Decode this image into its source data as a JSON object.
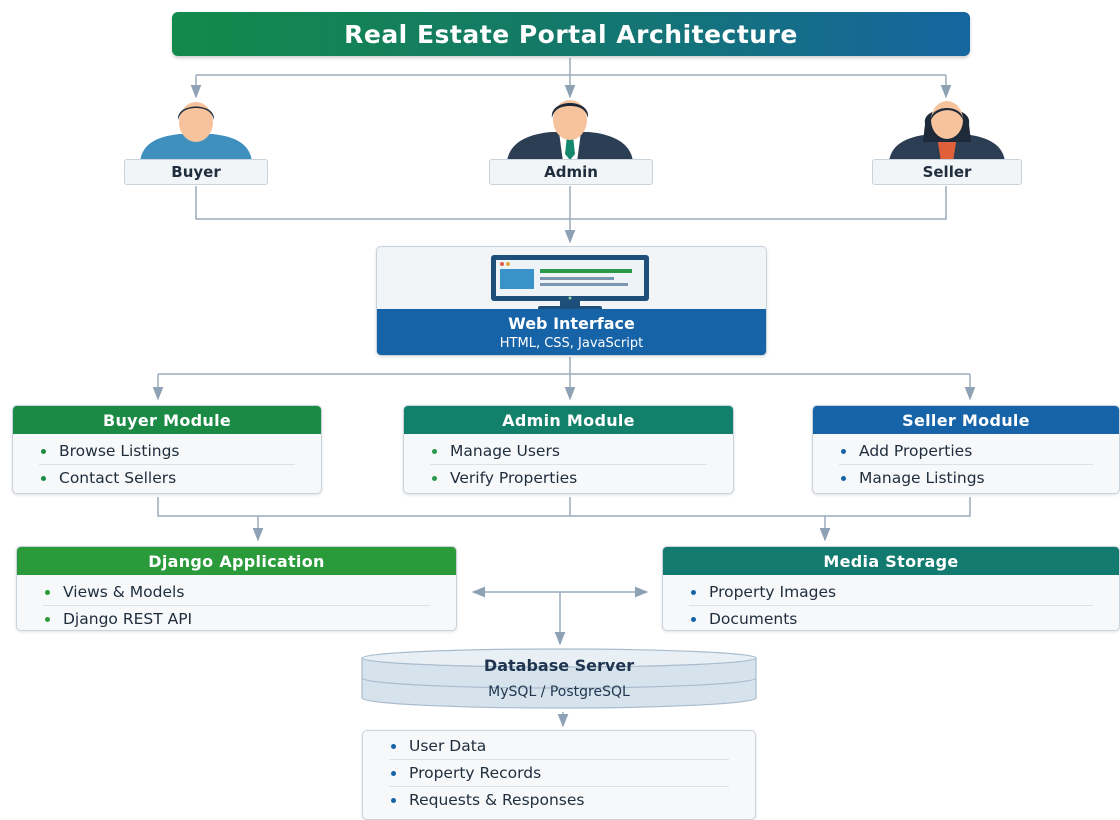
{
  "title": "Real Estate Portal Architecture",
  "actors": [
    {
      "label": "Buyer"
    },
    {
      "label": "Admin"
    },
    {
      "label": "Seller"
    }
  ],
  "web_interface": {
    "title": "Web Interface",
    "subtitle": "HTML, CSS, JavaScript"
  },
  "modules": [
    {
      "title": "Buyer Module",
      "items": [
        "Browse Listings",
        "Contact Sellers"
      ],
      "color": "#1a8a45"
    },
    {
      "title": "Admin Module",
      "items": [
        "Manage Users",
        "Verify Properties"
      ],
      "color": "#12806a"
    },
    {
      "title": "Seller Module",
      "items": [
        "Add Properties",
        "Manage Listings"
      ],
      "color": "#1663a8"
    }
  ],
  "django": {
    "title": "Django Application",
    "items": [
      "Views & Models",
      "Django REST API"
    ],
    "color": "#2a9a3a"
  },
  "media": {
    "title": "Media Storage",
    "items": [
      "Property Images",
      "Documents"
    ],
    "color": "#127a6e"
  },
  "database": {
    "title": "Database Server",
    "subtitle": "MySQL / PostgreSQL"
  },
  "data_items": [
    "User Data",
    "Property Records",
    "Requests & Responses"
  ],
  "colors": {
    "green": "#1a8a45",
    "teal": "#12806a",
    "blue": "#1663a8",
    "line": "#9aabbb"
  }
}
